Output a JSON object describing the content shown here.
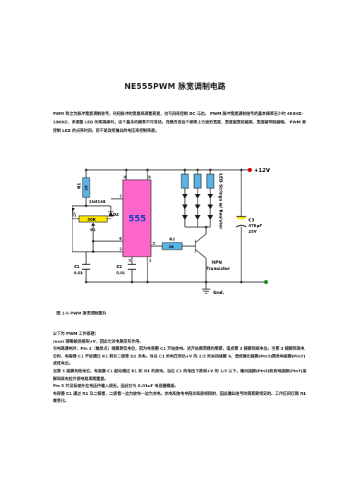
{
  "document": {
    "title": "NE555PWM 脉宽调制电路",
    "intro": "PWM 称之为脉冲宽度调制信号，利用脉冲的宽度来调整亮度，也可用来控制 DC 马达。 PWM 脉冲宽度调制信号的基本频率至少约 400HZ-10KHZ，多调整 LED 的明亮维时，这个基本的频率不可变动，而是改变这个频率上方波的宽度，宽度越宽则越亮、宽度越窄则越暗。 PWM 是控制 LED 的点亮时间，而不是改变输出的电压来控制亮度。",
    "figure_caption": "图 1-5 PWM 脉宽调制图片",
    "paragraphs": [
      "以下为 PWM 工作原理：",
      "reset 脚都被连接到+V，因此它对电路没有作用。",
      "当电路通电时，Pin 2（触发点）接脚是低电位，因为电容器 C1 开始放电。这开始振荡器的周期，造成第 3 接脚到高电位。当第 3 接脚到高电位时，电容器 C1 开始通过 R1 和对二极管 D2 充电。当在 C1 的电压到达+V 的 2/3 时启动接脚 6，造成输出接脚(Pin3)跟放电接脚(Pin7)成低电位。",
      "当第 3 接脚到低电位，电容器 C1 起动通过 R1 和 D1 的放电。当在 C1 的电压下跌到+V 的 1/3 以下，输出接脚(Pin3)和放电接脚(Pin7)接脚到高电位并使电路周期重复。",
      "Pin 5 并没有被外在电压作输入使用，因此它与 0.01uF 电容器耦接。",
      "电容器 C1 通过 R1 及二极管，二极管一边为放电一边为充电。充电和放电电阻总和是相同的，因此输出信号的周期是恒定的。工作区间仅随 R1 做变化。"
    ]
  },
  "schematic": {
    "ic_label": "555",
    "supply_label": "+12V",
    "ground_label": "Gnd.",
    "r1_label": "R1",
    "r1_value": "1K",
    "diode_part": "1N4148",
    "d1_label": "D1",
    "d2_label": "D2",
    "pot_value": "50K",
    "pot_label": "P1",
    "r2_label": "R2",
    "r2_value": "1K",
    "c1_label": "C1",
    "c1_value": "0.01",
    "c2_label": "C2",
    "c2_value": "0.01",
    "c3_label": "C3",
    "c3_value": "470µF",
    "c3_voltage": "25V",
    "transistor_label1": "NPN",
    "transistor_label2": "Transistor",
    "led_label": "LED Strings w/ Resistor",
    "pins": {
      "p4": "4",
      "p8": "8",
      "p7": "7",
      "p6": "6",
      "p2": "2",
      "p3": "3",
      "p5": "5",
      "p1": "1"
    },
    "colors": {
      "wire": "#1a1a1a",
      "ic_fill": "#ff66cc",
      "ic_text": "#1a3fbf",
      "component": "#5ab4e6",
      "pot": "#ffe600",
      "supply": "#d40000"
    }
  }
}
